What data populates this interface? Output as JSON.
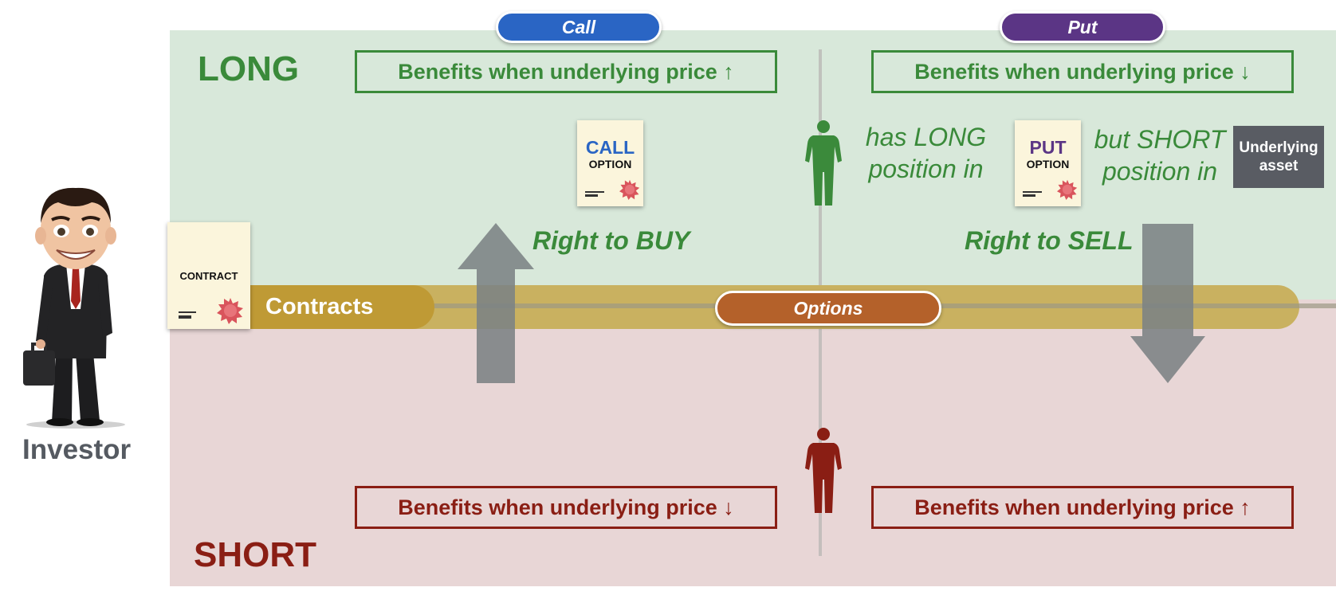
{
  "columns": {
    "call": "Call",
    "put": "Put"
  },
  "rows": {
    "long": "LONG",
    "short": "SHORT"
  },
  "long_benefits": {
    "call": "Benefits when underlying price ↑",
    "put": "Benefits when underlying price ↓"
  },
  "short_benefits": {
    "call": "Benefits when underlying price ↓",
    "put": "Benefits when underlying price ↑"
  },
  "rights": {
    "buy": "Right to BUY",
    "sell": "Right to SELL"
  },
  "positions": {
    "long_line1": "has LONG",
    "long_line2": "position in",
    "short_line1": "but SHORT",
    "short_line2": "position in"
  },
  "documents": {
    "contract": "CONTRACT",
    "call_title": "CALL",
    "call_sub": "OPTION",
    "put_title": "PUT",
    "put_sub": "OPTION"
  },
  "underlying_asset": {
    "line1": "Underlying",
    "line2": "asset"
  },
  "band": {
    "contracts": "Contracts",
    "options": "Options"
  },
  "investor": "Investor",
  "colors": {
    "long_green": "#3a8a3a",
    "short_red": "#8a1e14",
    "call_blue": "#2a65c4",
    "put_purple": "#5b3585",
    "options_orange": "#b4612a",
    "contracts_gold": "#bf9a35",
    "arrow_gray": "#7b8284",
    "underlying_gray": "#595c63"
  },
  "icons": [
    "investor-avatar",
    "person-silhouette-green",
    "person-silhouette-red",
    "seal-icon",
    "up-arrow",
    "down-arrow"
  ]
}
